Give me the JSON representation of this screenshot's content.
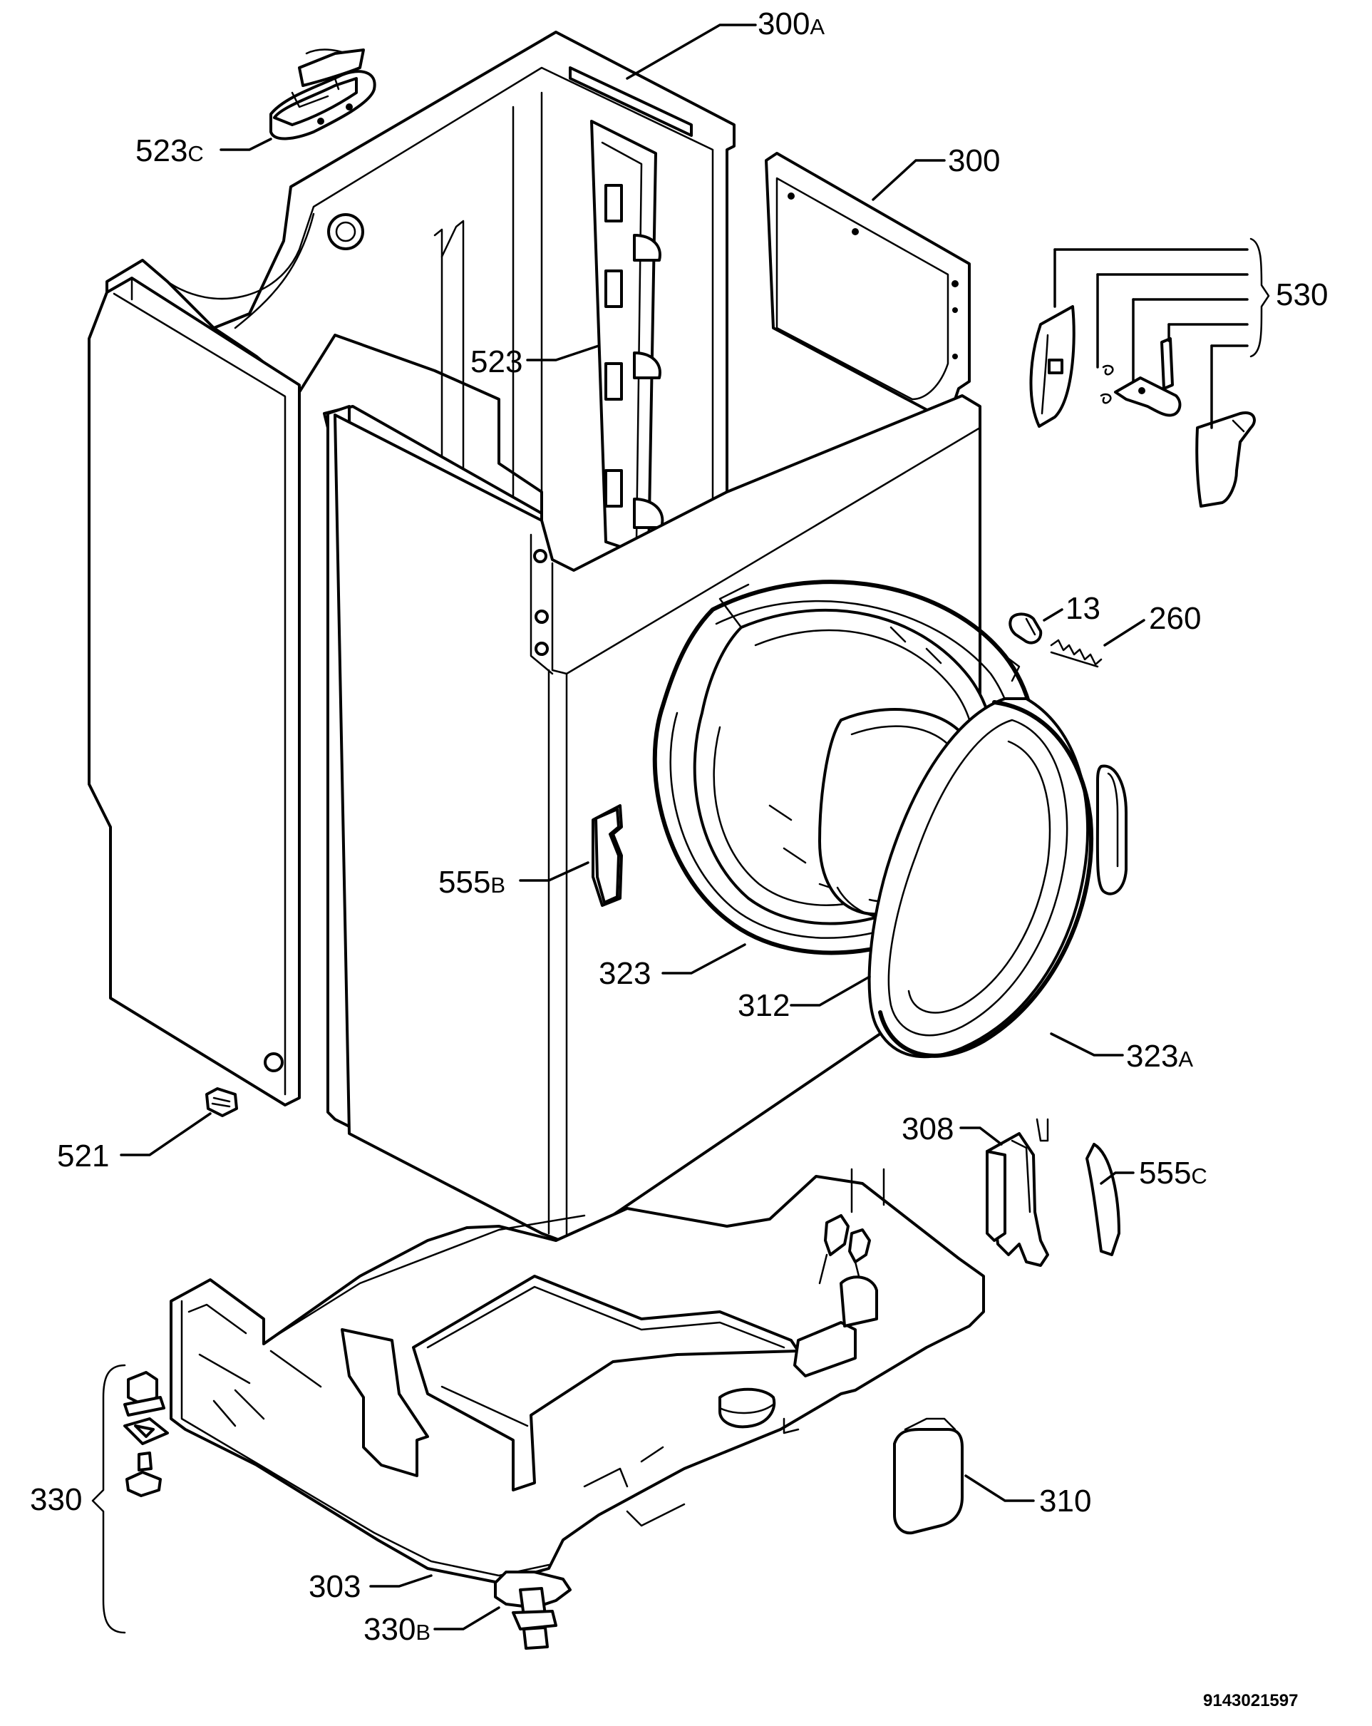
{
  "labels": {
    "l300a": {
      "num": "300",
      "sfx": "A"
    },
    "l523c": {
      "num": "523",
      "sfx": "C"
    },
    "l300": {
      "num": "300",
      "sfx": ""
    },
    "l530": {
      "num": "530",
      "sfx": ""
    },
    "l523": {
      "num": "523",
      "sfx": ""
    },
    "l13": {
      "num": "13",
      "sfx": ""
    },
    "l260": {
      "num": "260",
      "sfx": ""
    },
    "l555b": {
      "num": "555",
      "sfx": "B"
    },
    "l323": {
      "num": "323",
      "sfx": ""
    },
    "l312": {
      "num": "312",
      "sfx": ""
    },
    "l323a": {
      "num": "323",
      "sfx": "A"
    },
    "l521": {
      "num": "521",
      "sfx": ""
    },
    "l308": {
      "num": "308",
      "sfx": ""
    },
    "l555c": {
      "num": "555",
      "sfx": "C"
    },
    "l330": {
      "num": "330",
      "sfx": ""
    },
    "l310": {
      "num": "310",
      "sfx": ""
    },
    "l303": {
      "num": "303",
      "sfx": ""
    },
    "l330b": {
      "num": "330",
      "sfx": "B"
    }
  },
  "document_number": "9143021597"
}
